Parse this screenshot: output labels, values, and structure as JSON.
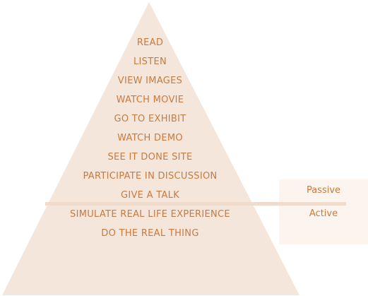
{
  "colors": {
    "pyramid_fill": "#f5e6dc",
    "panel_fill": "#fbf4ef",
    "divider": "#f0dccd",
    "text": "#c87a3e"
  },
  "pyramid": {
    "levels": [
      "READ",
      "LISTEN",
      "VIEW IMAGES",
      "WATCH MOVIE",
      "GO TO EXHIBIT",
      "WATCH DEMO",
      "SEE IT DONE SITE",
      "PARTICIPATE IN DISCUSSION",
      "GIVE A TALK",
      "SIMULATE REAL LIFE EXPERIENCE",
      "DO THE REAL THING"
    ]
  },
  "legend": {
    "passive_label": "Passive",
    "active_label": "Active"
  }
}
